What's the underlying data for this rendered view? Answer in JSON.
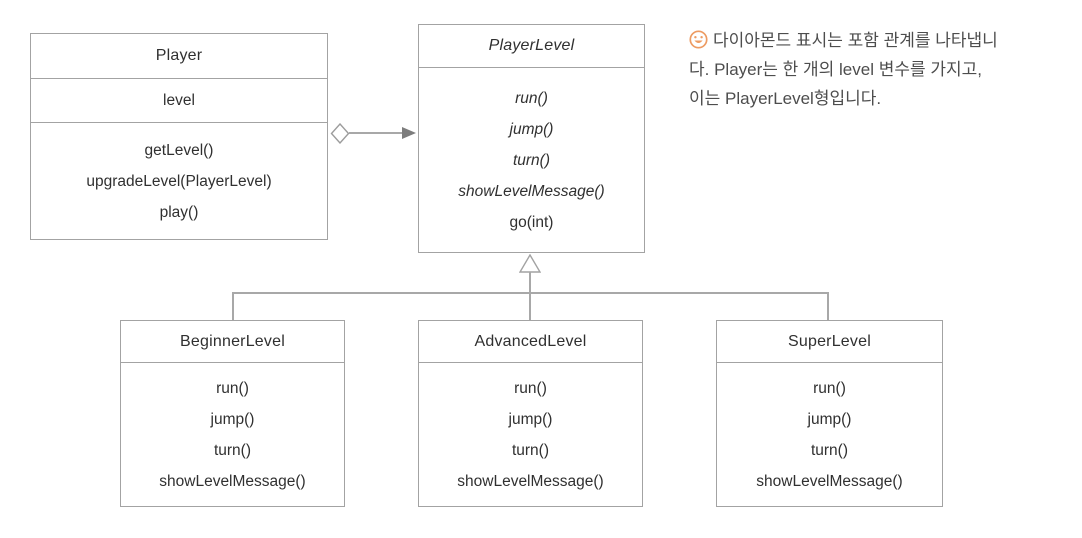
{
  "diagram": {
    "classes": [
      {
        "name": "Player",
        "abstract": false,
        "fields": [
          "level"
        ],
        "methods": [
          "getLevel()",
          "upgradeLevel(PlayerLevel)",
          "play()"
        ]
      },
      {
        "name": "PlayerLevel",
        "abstract": true,
        "abstract_methods": [
          "run()",
          "jump()",
          "turn()",
          "showLevelMessage()"
        ],
        "methods": [
          "go(int)"
        ]
      },
      {
        "name": "BeginnerLevel",
        "abstract": false,
        "methods": [
          "run()",
          "jump()",
          "turn()",
          "showLevelMessage()"
        ]
      },
      {
        "name": "AdvancedLevel",
        "abstract": false,
        "methods": [
          "run()",
          "jump()",
          "turn()",
          "showLevelMessage()"
        ]
      },
      {
        "name": "SuperLevel",
        "abstract": false,
        "methods": [
          "run()",
          "jump()",
          "turn()",
          "showLevelMessage()"
        ]
      }
    ],
    "relationships": [
      {
        "type": "aggregation",
        "from": "Player",
        "to": "PlayerLevel",
        "marker": "hollow-diamond-with-arrow"
      },
      {
        "type": "inheritance",
        "parent": "PlayerLevel",
        "children": [
          "BeginnerLevel",
          "AdvancedLevel",
          "SuperLevel"
        ],
        "marker": "hollow-triangle"
      }
    ]
  },
  "note": {
    "icon": "smiley-icon",
    "lines": [
      "다이아몬드 표시는 포함 관계를 나타냅니",
      "다. Player는 한 개의 level 변수를 가지고,",
      "이는 PlayerLevel형입니다."
    ]
  },
  "colors": {
    "box_border": "#a3a3a3",
    "connector": "#a8a8a8",
    "arrow_fill": "#7d7d7d",
    "text": "#303030",
    "note_text": "#4d4d4d",
    "icon_orange": "#ed9b62",
    "background": "#ffffff"
  }
}
